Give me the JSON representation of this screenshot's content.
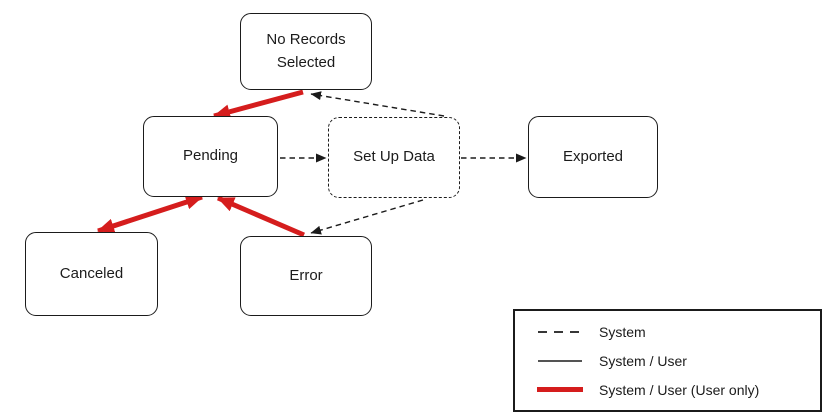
{
  "diagram": {
    "nodes": {
      "no_records_selected": {
        "label": "No Records Selected"
      },
      "pending": {
        "label": "Pending"
      },
      "set_up_data": {
        "label": "Set Up Data"
      },
      "exported": {
        "label": "Exported"
      },
      "canceled": {
        "label": "Canceled"
      },
      "error": {
        "label": "Error"
      }
    },
    "edges": [
      {
        "from": "no_records_selected",
        "to": "pending",
        "type": "system_user_user_only",
        "style": "thick-red"
      },
      {
        "from": "pending",
        "to": "canceled",
        "type": "system_user_user_only",
        "style": "thick-red",
        "bidirectional": true
      },
      {
        "from": "error",
        "to": "pending",
        "type": "system_user_user_only",
        "style": "thick-red"
      },
      {
        "from": "pending",
        "to": "set_up_data",
        "type": "system",
        "style": "dashed-black"
      },
      {
        "from": "set_up_data",
        "to": "exported",
        "type": "system",
        "style": "dashed-black"
      },
      {
        "from": "set_up_data",
        "to": "no_records_selected",
        "type": "system",
        "style": "dashed-black"
      },
      {
        "from": "set_up_data",
        "to": "error",
        "type": "system",
        "style": "dashed-black"
      }
    ]
  },
  "legend": {
    "items": [
      {
        "swatch": "dashed-black-line",
        "label": "System"
      },
      {
        "swatch": "solid-black-line",
        "label": "System / User"
      },
      {
        "swatch": "thick-red-line",
        "label": "System / User (User only)"
      }
    ]
  },
  "colors": {
    "accent_red": "#d51d1d",
    "line_black": "#1b1b1b",
    "background": "#ffffff"
  }
}
